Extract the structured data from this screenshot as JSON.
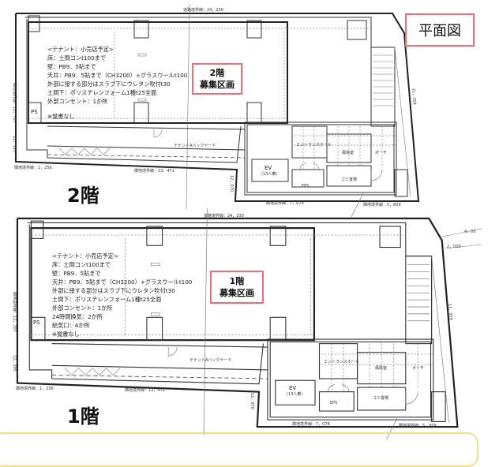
{
  "title": "平面図",
  "colors": {
    "highlight_border": "#e9707a",
    "bottom_frame": "#eee08a"
  },
  "floors": [
    {
      "floor_label": "2階",
      "area_label": [
        "2階",
        "募集区画"
      ],
      "notes": [
        "<テナント：小売店予定>",
        "床：土間コンt100まで",
        "壁：PB9．5貼まで",
        "天井：PB9．5貼まで（CH3200）+グラスウールt100",
        "外部に接する部分はスラブ下にウレタン吹付t30",
        "土間下：ポリスチレンフォーム1種t25全面",
        "外部コンセント：1か所",
        "※覚書なし"
      ],
      "boundaries": {
        "top": "道路境界線：24，230",
        "bottom_mid": "隣地境界線：13，471",
        "bottom_left": "隣地境界線：1，256",
        "bottom_core": "隣地境界線：7，078",
        "bottom_right": "隣地境界線：5，809",
        "left": "隣地境界線：12，707",
        "left_lower": "12，395",
        "step": "12，070",
        "right": "11，359"
      },
      "rooms": {
        "ps": "PS",
        "backyard": "テナントAバックヤード",
        "ev": "EV",
        "ev_capacity": "（13人乗）",
        "eps": "EPS",
        "entrance": "エントランスホール",
        "vestibule": "風除室",
        "porch": "ポーチ",
        "garbage": "ゴミ置場"
      }
    },
    {
      "floor_label": "1階",
      "area_label": [
        "1階",
        "募集区画"
      ],
      "notes": [
        "<テナント：小売店予定>",
        "床：土間コンt100まで",
        "壁：PB9．5貼まで",
        "天井：PB9．5貼まで（CH3200）+グラスウールt100",
        "外部に接する部分はスラブ下にウレタン吹付t30",
        "土間下：ポリスチレンフォーム1種t25全面",
        "外部コンセント：1か所",
        "24時間換気：2か所",
        "給気口：4か所",
        "※覚書なし"
      ],
      "boundaries": {
        "top": "道路境界線：24，230",
        "bottom_mid": "隣地境界線：13，471",
        "bottom_left": "隣地境界線：1，256",
        "bottom_core": "隣地境界線：7，078",
        "bottom_right": "隣地境界線：5，809",
        "left": "隣地境界線：12，707",
        "left_lower": "12，395",
        "step": "12，070",
        "right": "11，359",
        "dim_a": "4，00",
        "dim_b": "2，000"
      },
      "rooms": {
        "ps": "PS",
        "backyard": "テナントAバックヤード",
        "ev": "EV",
        "ev_capacity": "（13人乗）",
        "eps": "EPS",
        "entrance": "エントランスホール",
        "vestibule": "風除室",
        "porch": "ポーチ",
        "garbage": "ゴミ置場"
      }
    }
  ]
}
